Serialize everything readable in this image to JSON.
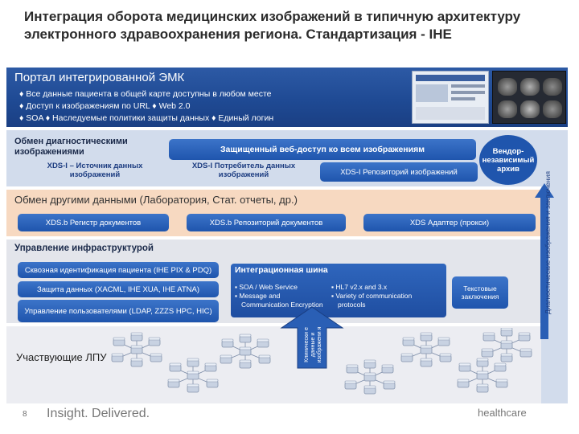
{
  "title": {
    "line1": "Интеграция оборота медицинских изображений в типичную архитектуру",
    "line2": "электронного здравоохранения региона. Стандартизация - IHE"
  },
  "portal": {
    "title": "Портал интегрированной ЭМК",
    "line1": "♦ Все данные пациента в общей карте доступны в любом месте",
    "line2": "♦ Доступ к изображениям по URL  ♦ Web 2.0",
    "line3": "♦ SOA ♦ Наследуемые политики защиты данных ♦ Единый логин"
  },
  "imaging": {
    "label": "Обмен диагностическими изображениями",
    "secure_access": "Защищенный веб-доступ ко всем изображениям",
    "source": "XDS-I – Источник данных изображений",
    "consumer": "XDS-I Потребитель данных изображений",
    "repository": "XDS-I Репозиторий изображений",
    "vna": "Вендор-независимый архив"
  },
  "other_data": {
    "label": "Обмен другими данными (Лаборатория, Стат. отчеты, др.)",
    "registry": "XDS.b Регистр документов",
    "doc_repository": "XDS.b Репозиторий документов",
    "adapter": "XDS Адаптер (прокси)"
  },
  "infrastructure": {
    "label": "Управление инфраструктурой",
    "pix": "Сквозная идентификация пациента (IHE PIX & PDQ)",
    "security": "Защита данных (XACML, IHE XUA, IHE ATNA)",
    "users": "Управление пользователями (LDAP, ZZZS HPC, HIC)",
    "bus_title": "Интеграционная шина",
    "bus_items_left": [
      "SOA / Web Service",
      "Message and",
      "Communication Encryption"
    ],
    "bus_items_right": [
      "HL7 v2.x and 3.x",
      "Variety of communication",
      "protocols"
    ],
    "text_reports": "Текстовые заключения"
  },
  "clinical_images": "Клинически е данные и изображени я",
  "diagnostic_images": "Диагностические изображения и заключения",
  "participants": {
    "label": "Участвующие ЛПУ"
  },
  "footer": {
    "slogan": "Insight. Delivered.",
    "brand": "healthcare",
    "page": "8"
  },
  "colors": {
    "portal_blue": "#1f4a94",
    "pill_blue": "#1f55ad",
    "band_blue": "#d2dcec",
    "band_orange": "#f7d9c1",
    "band_gray": "#e3e5eb"
  }
}
